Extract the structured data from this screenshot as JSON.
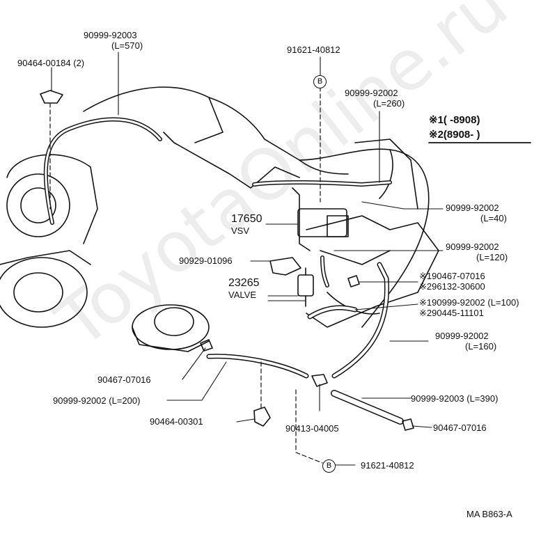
{
  "labels": {
    "hose_570_part": "90999-92003",
    "hose_570_len": "(L=570)",
    "clamp_top_left": "90464-00184 (2)",
    "bolt_top": "91621-40812",
    "hose_260_part": "90999-92002",
    "hose_260_len": "(L=260)",
    "note1": "※1(        -8908)",
    "note2": "※2(8908-          )",
    "vsv_part": "17650",
    "vsv_name": "VSV",
    "hose_40_part": "90999-92002",
    "hose_40_len": "(L=40)",
    "hose_120_part": "90999-92002",
    "hose_120_len": "(L=120)",
    "bracket": "90929-01096",
    "valve_part": "23265",
    "valve_name": "VALVE",
    "clip_alt1": "※190467-07016",
    "clip_alt2": "※296132-30600",
    "hose_alt1": "※190999-92002 (L=100)",
    "hose_alt2": "※290445-11101",
    "hose_160_part": "90999-92002",
    "hose_160_len": "(L=160)",
    "clip_left": "90467-07016",
    "hose_200": "90999-92002 (L=200)",
    "hose_390": "90999-92003 (L=390)",
    "clamp_bottom": "90464-00301",
    "tee": "90413-04005",
    "clip_right": "90467-07016",
    "bolt_bottom": "91621-40812",
    "ref_b": "B",
    "diagram_code": "MA  B863-A",
    "watermark": "ToyotaOnline.ru"
  }
}
